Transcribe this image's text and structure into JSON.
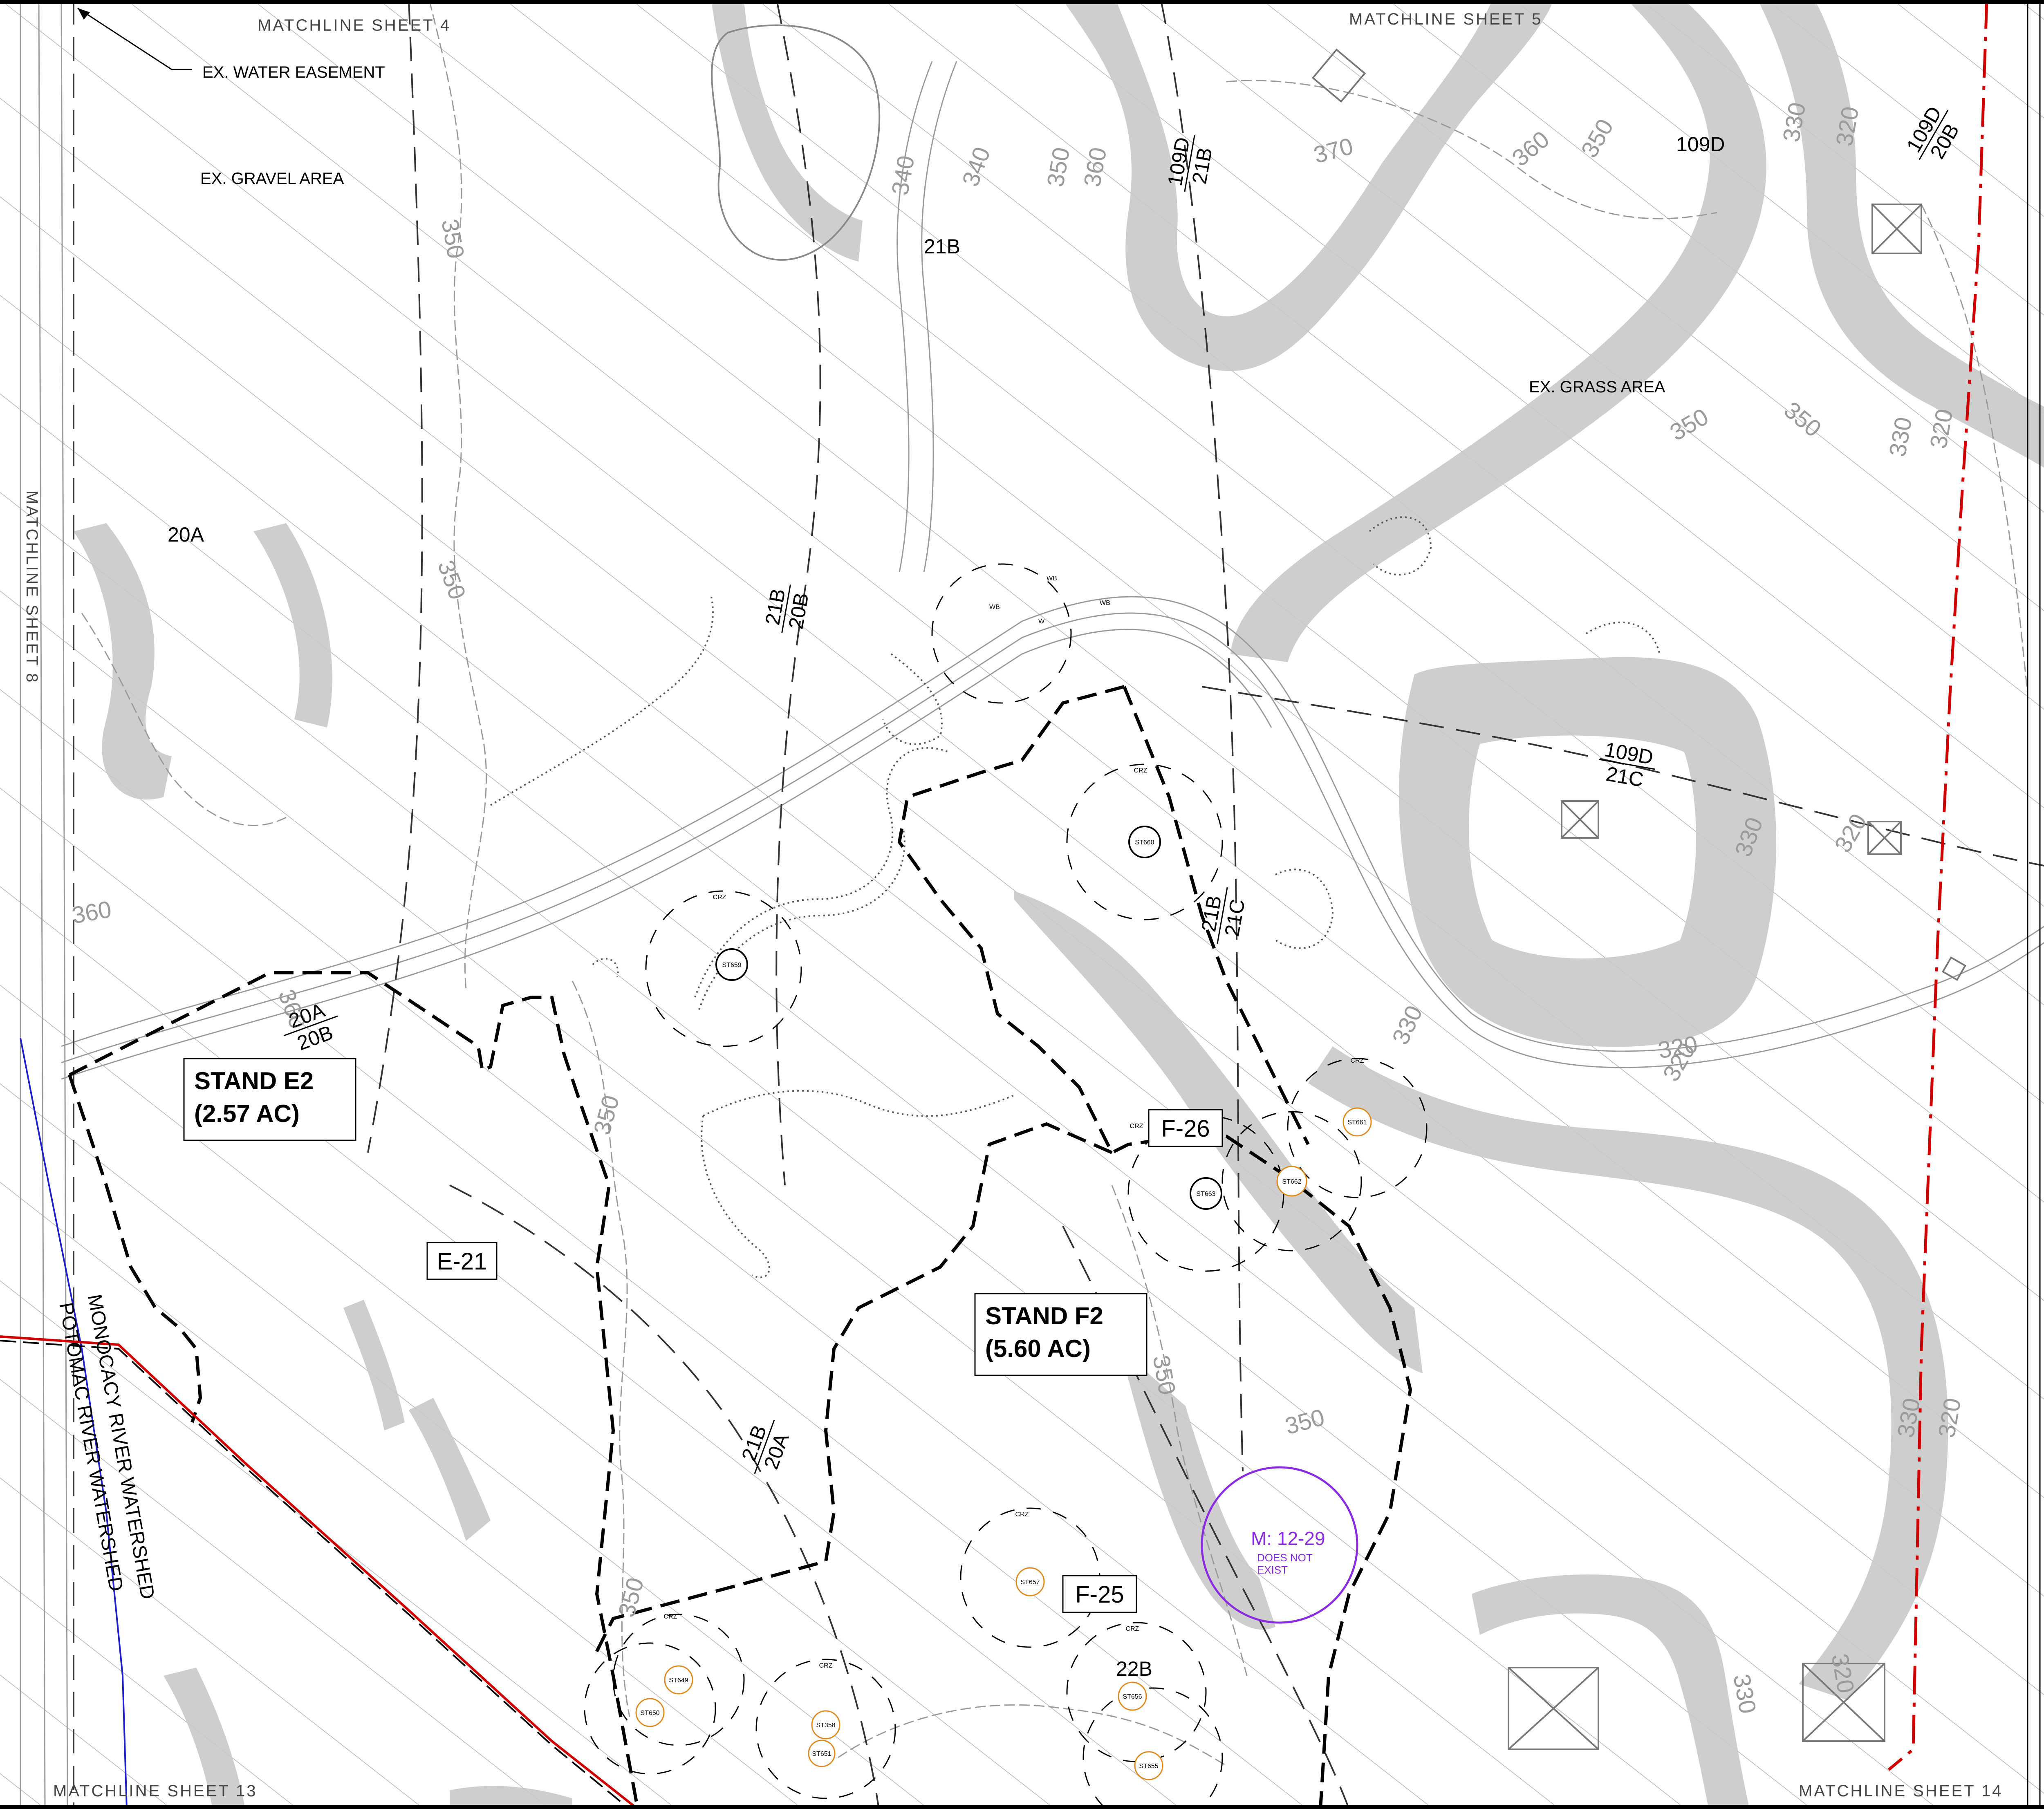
{
  "matchlines": {
    "sheet4": "MATCHLINE SHEET 4",
    "sheet5": "MATCHLINE SHEET 5",
    "sheet8": "MATCHLINE SHEET 8",
    "sheet13": "MATCHLINE SHEET 13",
    "sheet14": "MATCHLINE SHEET 14"
  },
  "notes": {
    "water_easement": "EX. WATER EASEMENT",
    "gravel_area": "EX. GRAVEL AREA",
    "grass_area": "EX. GRASS AREA",
    "monocacy": "MONOCACY RIVER WATERSHED",
    "potomac": "POTOMAC RIVER WATERSHED"
  },
  "stands": {
    "e2_name": "STAND E2",
    "e2_area": "(2.57 AC)",
    "f2_name": "STAND F2",
    "f2_area": "(5.60 AC)"
  },
  "points": {
    "e21": "E-21",
    "f25": "F-25",
    "f26": "F-26"
  },
  "soil_units": {
    "u20a": "20A",
    "u21b_top": "21B",
    "u22b": "22B",
    "u109d": "109D",
    "frac_21b_20b_top": [
      "21B",
      "20B"
    ],
    "frac_109d_21b": [
      "109D",
      "21B"
    ],
    "frac_109d_20b": [
      "109D",
      "20B"
    ],
    "frac_109d_21c": [
      "109D",
      "21C"
    ],
    "frac_21b_21c": [
      "21B",
      "21C"
    ],
    "frac_20a_20b": [
      "20A",
      "20B"
    ],
    "frac_21b_20a": [
      "21B",
      "20A"
    ]
  },
  "contours": {
    "c320": "320",
    "c330": "330",
    "c340": "340",
    "c350": "350",
    "c360": "360",
    "c370": "370"
  },
  "trees": {
    "crz": "CRZ",
    "st649": "ST649",
    "st650": "ST650",
    "st651": "ST651",
    "st655": "ST655",
    "st656": "ST656",
    "st657": "ST657",
    "st358": "ST358",
    "st659": "ST659",
    "st660": "ST660",
    "st661": "ST661",
    "st662": "ST662",
    "st663": "ST663"
  },
  "wetland": {
    "wb": "WB",
    "w": "W"
  },
  "monitor": {
    "label": "M: 12-29",
    "note_line1": "DOES NOT",
    "note_line2": "EXIST",
    "color": "#8a2be2"
  },
  "colors": {
    "slope_shade": "#c9c9c9",
    "property_line": "#d00000",
    "watershed_line": "#1e1ecc",
    "tree_new": "#e08a1e"
  }
}
